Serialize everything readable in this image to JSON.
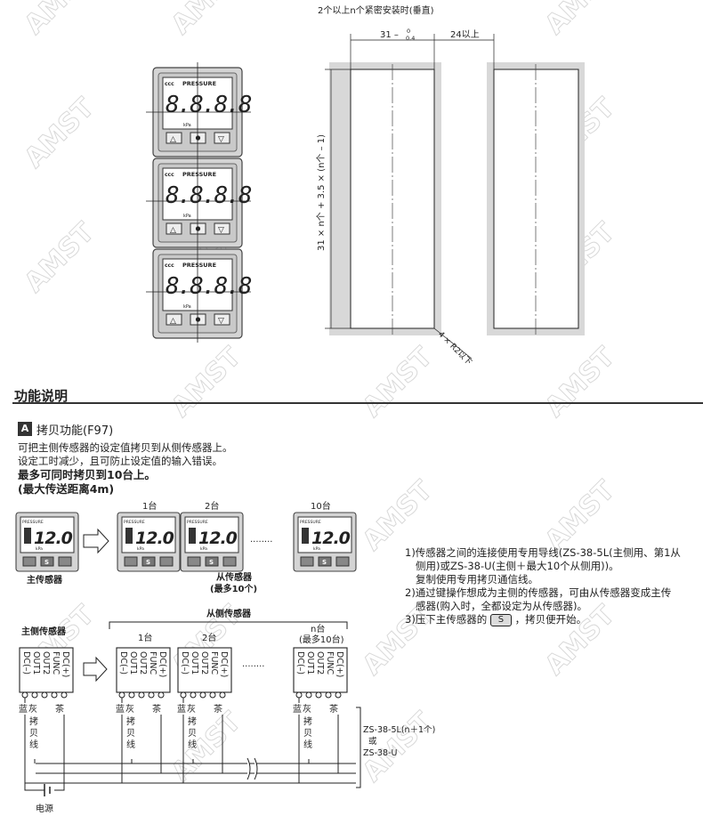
{
  "install": {
    "title": "2个以上n个紧密安装时(垂直)",
    "dim_width": "31 –",
    "dim_tol_top": "0",
    "dim_tol_bottom": "0.4",
    "dim_gap": "24以上",
    "dim_height": "31 × n个 + 3.5 × (n个 – 1)",
    "dim_radius": "4 × R2以下",
    "device_label": "PRESSURE",
    "device_brand": "ccc",
    "device_unit": "kPa",
    "device_digits": "8.8.8.8"
  },
  "section": {
    "heading": "功能说明",
    "badge": "A",
    "title": "拷贝功能(F97)",
    "line1": "可把主侧传感器的设定值拷贝到从侧传感器上。",
    "line2": "设定工时减少，且可防止设定值的输入错误。",
    "line3": "最多可同时拷贝到10台上。",
    "line4": "(最大传送距离4m)"
  },
  "top_diagram": {
    "display_value": "12.0",
    "device_unit": "kPa",
    "device_header": "PRESSURE",
    "key_s": "S",
    "label_1": "1台",
    "label_2": "2台",
    "label_10": "10台",
    "main_label": "主传感器",
    "slave_label": "从传感器",
    "slave_max": "(最多10个)"
  },
  "notes": {
    "n1a": "1)传感器之间的连接使用专用导线(ZS-38-5L(主侧用、第1从",
    "n1b": "侧用)或ZS-38-U(主侧＋最大10个从侧用))。",
    "n1c": "复制使用专用拷贝通信线。",
    "n2a": "2)通过键操作想成为主侧的传感器，可由从传感器变成主传",
    "n2b": "感器(购入时，全都设定为从传感器)。",
    "n3a": "3)压下主传感器的",
    "n3key": "S",
    "n3b": "，拷贝便开始。"
  },
  "wiring": {
    "master_label": "主侧传感器",
    "slave_group": "从侧传感器",
    "label_1": "1台",
    "label_2": "2台",
    "label_n": "n台",
    "label_n_max": "(最多10台)",
    "terminals": [
      "DC(–)",
      "OUT1",
      "OUT2",
      "FUNC",
      "DC(+)"
    ],
    "wire_blue": "蓝",
    "wire_gray": "灰",
    "wire_brown": "茶",
    "copy_line": [
      "拷",
      "贝",
      "线"
    ],
    "cable_1": "ZS-38-5L(n＋1个)",
    "cable_or": "或",
    "cable_2": "ZS-38-U",
    "power_label": "电源"
  },
  "watermark": "AMST",
  "colors": {
    "panel_fill": "#d4d4d4",
    "panel_dark": "#9a9a9a",
    "text": "#222222",
    "lcd": "#ffffff"
  }
}
